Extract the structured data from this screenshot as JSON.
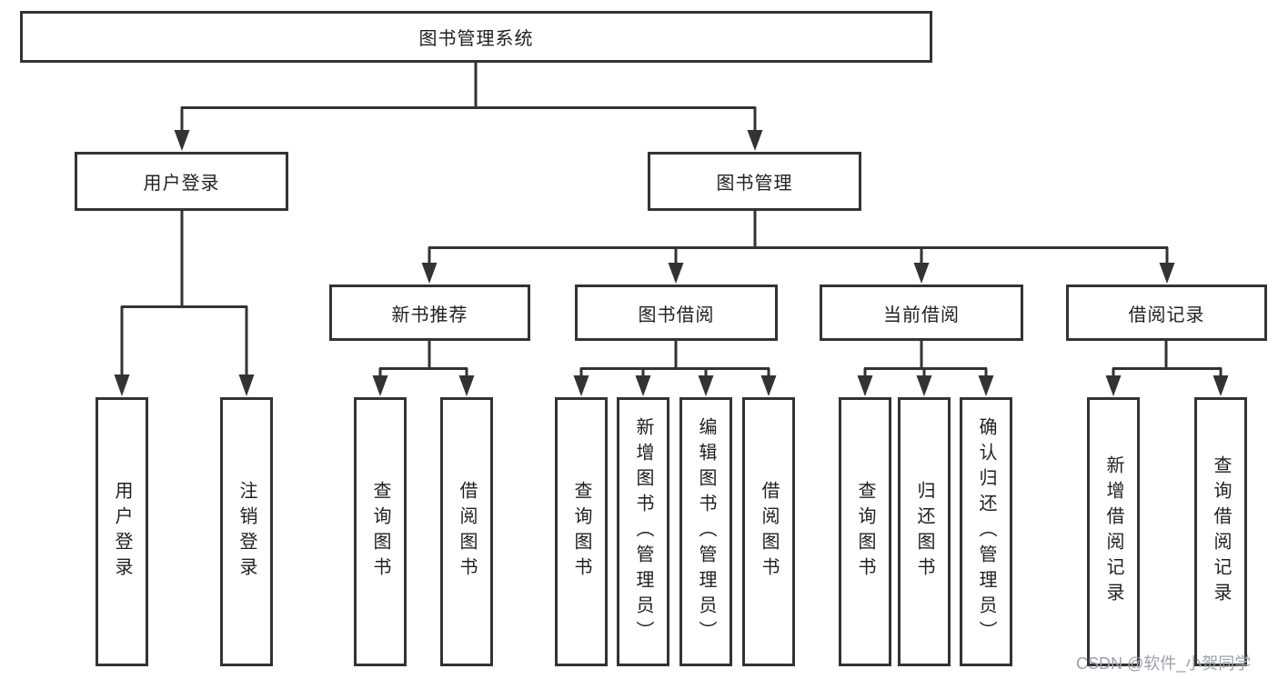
{
  "diagram": {
    "root": {
      "label": "图书管理系统"
    },
    "level2": [
      {
        "id": "user-login",
        "label": "用户登录"
      },
      {
        "id": "book-management",
        "label": "图书管理"
      }
    ],
    "level3": [
      {
        "id": "new-book-recommend",
        "label": "新书推荐"
      },
      {
        "id": "book-borrowing",
        "label": "图书借阅"
      },
      {
        "id": "current-borrowing",
        "label": "当前借阅"
      },
      {
        "id": "borrowing-records",
        "label": "借阅记录"
      }
    ],
    "leaves": {
      "user_login": [
        "用户登录",
        "注销登录"
      ],
      "new_book_recommend": [
        "查询图书",
        "借阅图书"
      ],
      "book_borrowing": [
        "查询图书",
        "新增图书（管理员）",
        "编辑图书（管理员）",
        "借阅图书"
      ],
      "current_borrowing": [
        "查询图书",
        "归还图书",
        "确认归还（管理员）"
      ],
      "borrowing_records": [
        "新增借阅记录",
        "查询借阅记录"
      ]
    }
  },
  "watermark": "CSDN @软件_小贺同学",
  "colors": {
    "line": "#333333",
    "text": "#1f1f1f",
    "background": "#ffffff",
    "watermark": "#9aa1a8"
  }
}
